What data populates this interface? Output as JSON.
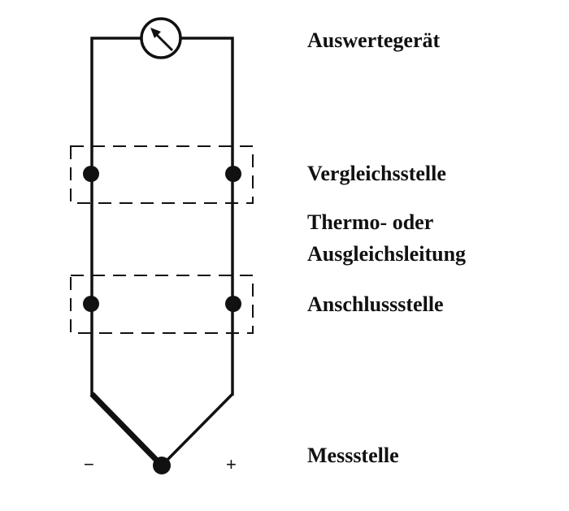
{
  "labels": {
    "meter": "Auswertegerät",
    "reference_junction": "Vergleichsstelle",
    "cable_line1": "Thermo- oder",
    "cable_line2": "Ausgleichsleitung",
    "connection_point": "Anschlussstelle",
    "measuring_point": "Messstelle"
  },
  "polarity": {
    "negative": "−",
    "positive": "+"
  },
  "colors": {
    "line": "#111111",
    "background": "#ffffff"
  }
}
